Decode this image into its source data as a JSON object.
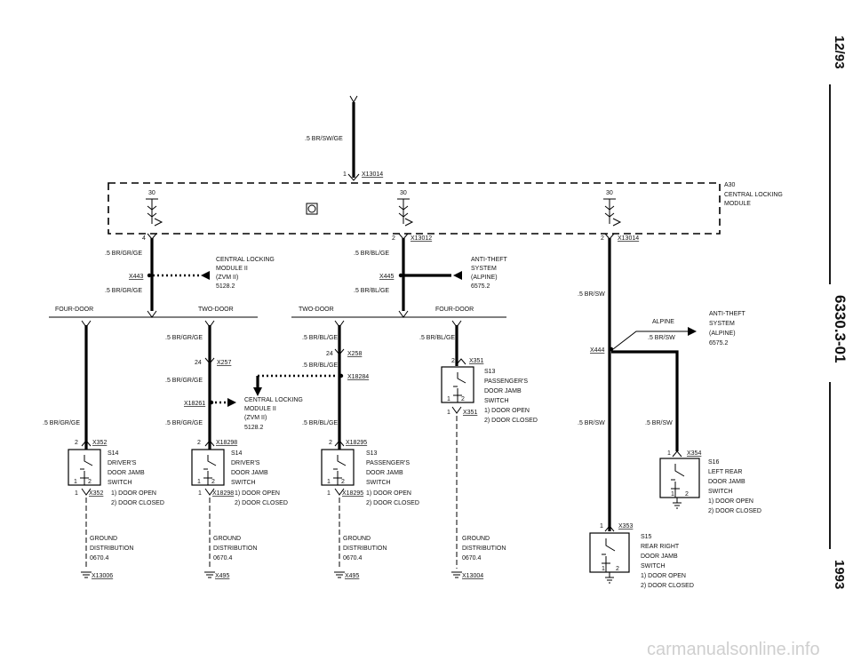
{
  "module": {
    "id": "A30",
    "name1": "CENTRAL LOCKING",
    "name2": "MODULE",
    "pin_top": "30"
  },
  "top_wire": {
    "color": ".5 BR/SW/GE",
    "pin": "1",
    "connector": "X13014"
  },
  "module_pins": {
    "p4": "4",
    "p2a": "2",
    "c_mid": "X13012",
    "p2b": "2",
    "c_right": "X13014"
  },
  "left_branch": {
    "wire1": ".5 BR/GR/GE",
    "wire2": ".5 BR/GR/GE",
    "connector": "X443",
    "note_title1": "CENTRAL LOCKING",
    "note_title2": "MODULE II",
    "note_title3": "(ZVM II)",
    "note_ref": "5128.2",
    "four_door": "FOUR-DOOR",
    "two_door": "TWO-DOOR"
  },
  "mid_branch": {
    "wire1": ".5 BR/BL/GE",
    "wire2": ".5 BR/BL/GE",
    "connector": "X445",
    "note_title1": "ANTI-THEFT",
    "note_title2": "SYSTEM",
    "note_title3": "(ALPINE)",
    "note_ref": "6575.2",
    "two_door": "TWO-DOOR",
    "four_door": "FOUR-DOOR"
  },
  "col_a": {
    "wire": ".5 BR/GR/GE",
    "pin": "2",
    "connector": "X352",
    "sw_id": "S14",
    "sw1": "DRIVER'S",
    "sw2": "DOOR JAMB",
    "sw3": "SWITCH",
    "pin1": "1",
    "pin2": "2",
    "bot_pin": "1",
    "bot_conn": "X352",
    "state1": "1)  DOOR OPEN",
    "state2": "2)  DOOR CLOSED",
    "gnd1": "GROUND",
    "gnd2": "DISTRIBUTION",
    "gnd3": "0670.4",
    "gnd_conn": "X13006"
  },
  "col_b": {
    "wire1": ".5 BR/GR/GE",
    "wire2": ".5 BR/GR/GE",
    "wire3": ".5 BR/GR/GE",
    "pin24": "24",
    "c257": "X257",
    "c18261": "X18261",
    "note1": "CENTRAL LOCKING",
    "note2": "MODULE II",
    "note3": "(ZVM II)",
    "note_ref": "5128.2",
    "pin": "2",
    "connector": "X18298",
    "sw_id": "S14",
    "sw1": "DRIVER'S",
    "sw2": "DOOR JAMB",
    "sw3": "SWITCH",
    "pin1": "1",
    "pin2": "2",
    "bot_pin": "1",
    "bot_conn": "X18298",
    "state1": "1)  DOOR OPEN",
    "state2": "2)  DOOR CLOSED",
    "gnd1": "GROUND",
    "gnd2": "DISTRIBUTION",
    "gnd3": "0670.4",
    "gnd_conn": "X495"
  },
  "col_c": {
    "wire1": ".5 BR/BL/GE",
    "wire2": ".5 BR/BL/GE",
    "wire3": ".5 BR/BL/GE",
    "pin24": "24",
    "c258": "X258",
    "c18284": "X18284",
    "pin": "2",
    "connector": "X18295",
    "sw_id": "S13",
    "sw1": "PASSENGER'S",
    "sw2": "DOOR JAMB",
    "sw3": "SWITCH",
    "pin1": "1",
    "pin2": "2",
    "bot_pin": "1",
    "bot_conn": "X18295",
    "state1": "1)  DOOR OPEN",
    "state2": "2)  DOOR CLOSED",
    "gnd1": "GROUND",
    "gnd2": "DISTRIBUTION",
    "gnd3": "0670.4",
    "gnd_conn": "X495"
  },
  "col_d": {
    "wire": ".5 BR/BL/GE",
    "pin": "2",
    "connector": "X351",
    "sw_id": "S13",
    "sw1": "PASSENGER'S",
    "sw2": "DOOR JAMB",
    "sw3": "SWITCH",
    "pin1": "1",
    "pin2": "2",
    "bot_pin": "1",
    "bot_conn": "X351",
    "state1": "1)  DOOR OPEN",
    "state2": "2)  DOOR CLOSED",
    "gnd1": "GROUND",
    "gnd2": "DISTRIBUTION",
    "gnd3": "0670.4",
    "gnd_conn": "X13004"
  },
  "right": {
    "wire1": ".5 BR/SW",
    "wire2": ".5 BR/SW",
    "wire3": ".5 BR/SW",
    "wire4": ".5 BR/SW",
    "alpine": "ALPINE",
    "connector": "X444",
    "note1": "ANTI-THEFT",
    "note2": "SYSTEM",
    "note3": "(ALPINE)",
    "note_ref": "6575.2",
    "s16_pin": "1",
    "s16_conn": "X354",
    "s16_id": "S16",
    "s16_1": "LEFT REAR",
    "s16_2": "DOOR JAMB",
    "s16_3": "SWITCH",
    "s16_p1": "1",
    "s16_p2": "2",
    "s16_state1": "1)  DOOR OPEN",
    "s16_state2": "2)  DOOR CLOSED",
    "s15_pin": "1",
    "s15_conn": "X353",
    "s15_id": "S15",
    "s15_1": "REAR RIGHT",
    "s15_2": "DOOR JAMB",
    "s15_3": "SWITCH",
    "s15_p1": "1",
    "s15_p2": "2",
    "s15_state1": "1)  DOOR OPEN",
    "s15_state2": "2)  DOOR CLOSED"
  },
  "sidebar": {
    "date": "12/93",
    "code": "6330.3-01",
    "year": "1993"
  },
  "watermark": "carmanualsonline.info"
}
